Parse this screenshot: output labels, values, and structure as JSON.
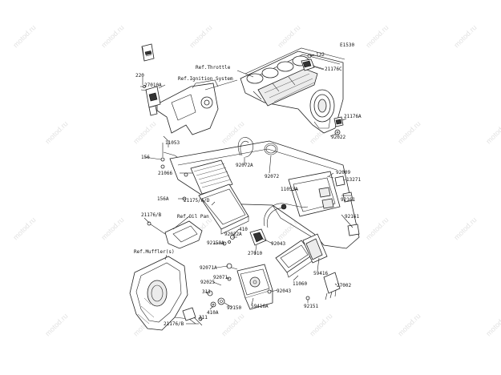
{
  "diagram_id": "E1530",
  "watermark": "motod.ru",
  "watermarks": 24,
  "labels": {
    "l132": "132",
    "l21176C": "21176C",
    "l21176A": "21176A",
    "l92022": "92022",
    "lRefThrottle": "Ref.Throttle",
    "lRefIgnition": "Ref.Ignition System",
    "l220": "220",
    "l27010A": "27010A",
    "l11053": "11053",
    "l156": "156",
    "l21066": "21066",
    "l92072A": "92072A",
    "l92072": "92072",
    "l92009": "92009",
    "l13271": "13271",
    "l11053A": "11053A",
    "l92161a": "92161",
    "l92161b": "92161",
    "l156A": "156A",
    "l21175AD": "21175/A/D",
    "lRefOilPan": "Ref.Oil Pan",
    "l21176B1": "21176/B",
    "l410": "410",
    "l92022A": "92022A",
    "l92150A": "92150A",
    "l92043a": "92043",
    "l27010": "27010",
    "lRefMuffler": "Ref.Muffler(s)",
    "l92071A": "92071A",
    "l92071": "92071",
    "l92025": "92025",
    "l11060": "11060",
    "l59416": "59416",
    "l27002": "27002",
    "l92043b": "92043",
    "l311a": "311",
    "l410A": "410A",
    "l92150": "92150",
    "l59416A": "59416A",
    "l92151": "92151",
    "l311b": "311",
    "l21176B2": "21176/B"
  }
}
